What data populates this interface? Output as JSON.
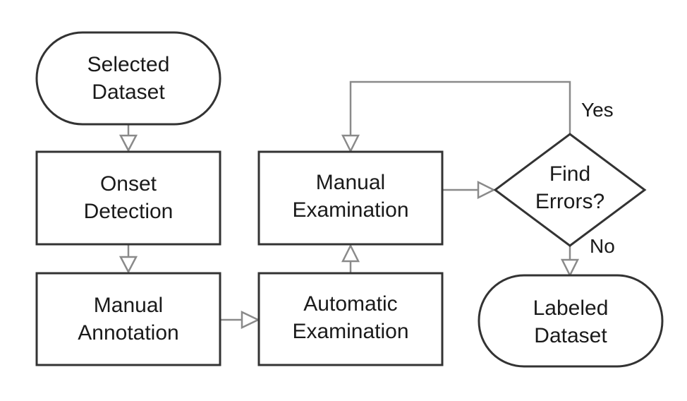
{
  "diagram": {
    "nodes": {
      "selected_dataset": {
        "line1": "Selected",
        "line2": "Dataset"
      },
      "onset_detection": {
        "line1": "Onset",
        "line2": "Detection"
      },
      "manual_annotation": {
        "line1": "Manual",
        "line2": "Annotation"
      },
      "automatic_examination": {
        "line1": "Automatic",
        "line2": "Examination"
      },
      "manual_examination": {
        "line1": "Manual",
        "line2": "Examination"
      },
      "find_errors": {
        "line1": "Find",
        "line2": "Errors?"
      },
      "labeled_dataset": {
        "line1": "Labeled",
        "line2": "Dataset"
      }
    },
    "edge_labels": {
      "yes": "Yes",
      "no": "No"
    }
  }
}
